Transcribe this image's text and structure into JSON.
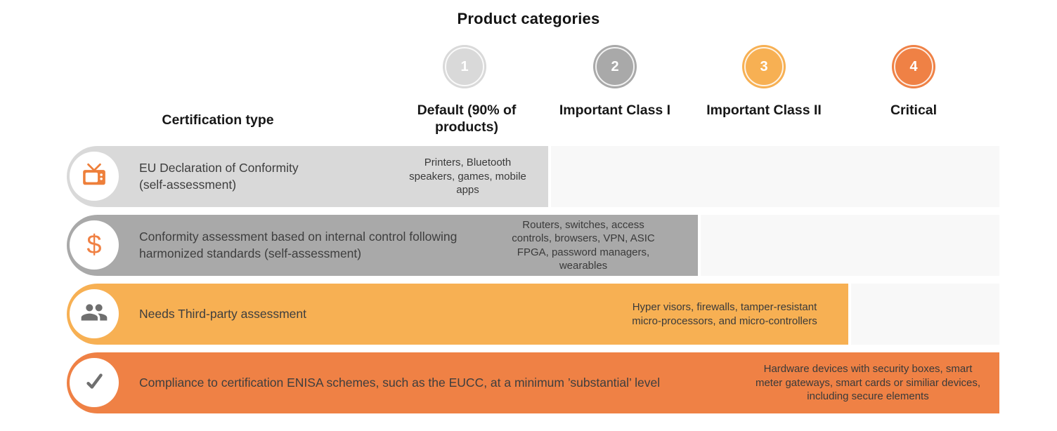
{
  "title": "Product categories",
  "certification_header": "Certification type",
  "columns": [
    {
      "number": "1",
      "label": "Default (90% of\nproducts)",
      "color": "#d9d9d9"
    },
    {
      "number": "2",
      "label": "Important Class I",
      "color": "#a9a9a9"
    },
    {
      "number": "3",
      "label": "Important Class II",
      "color": "#f7b053"
    },
    {
      "number": "4",
      "label": "Critical",
      "color": "#ef8145"
    }
  ],
  "rows": [
    {
      "icon": "tv-icon",
      "label": "EU Declaration of Conformity\n(self-assessment)",
      "products": "Printers, Bluetooth\nspeakers, games, mobile\napps",
      "extends_to_column": "Default (90% of products)",
      "color": "#d9d9d9"
    },
    {
      "icon": "dollar-icon",
      "label": "Conformity assessment based on internal control following\nharmonized standards (self-assessment)",
      "products": "Routers, switches, access\ncontrols, browsers, VPN, ASIC\nFPGA, password managers,\nwearables",
      "extends_to_column": "Important Class I",
      "color": "#a9a9a9"
    },
    {
      "icon": "people-icon",
      "label": "Needs Third-party assessment",
      "products": "Hyper visors, firewalls, tamper-resistant\nmicro-processors, and micro-controllers",
      "extends_to_column": "Important Class II",
      "color": "#f7b053"
    },
    {
      "icon": "check-icon",
      "label": "Compliance to certification ENISA schemes, such as the EUCC, at a minimum ’substantial’ level",
      "products": "Hardware devices with security boxes, smart\nmeter gateways, smart cards or similiar devices,\nincluding secure elements",
      "extends_to_column": "Critical",
      "color": "#ef8145"
    }
  ],
  "colors": {
    "row_extension_background": "#f8f8f8",
    "icon_orange": "#ee7f3a",
    "icon_gray": "#6f6f6f",
    "body_text": "#3e3e3e",
    "header_text": "#171717"
  }
}
